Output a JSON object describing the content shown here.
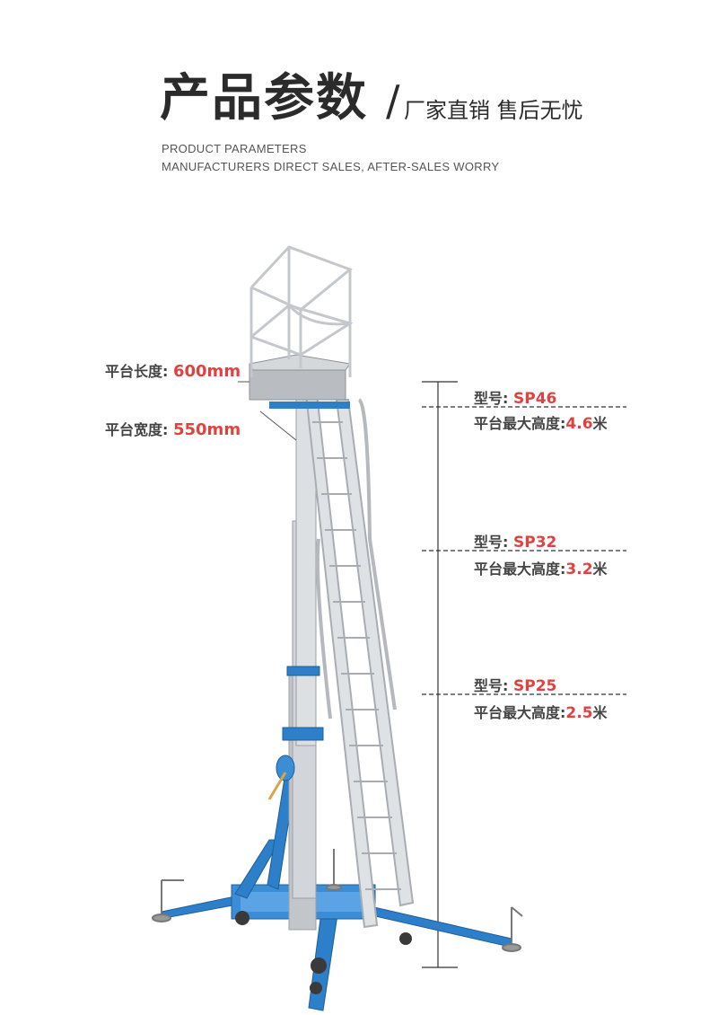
{
  "header": {
    "title": "产品参数",
    "slash": "/",
    "subtitle": "厂家直销 售后无忧",
    "en_line1": "PRODUCT PARAMETERS",
    "en_line2": "MANUFACTURERS DIRECT SALES, AFTER-SALES WORRY"
  },
  "platform": {
    "length_label": "平台长度: ",
    "length_value": "600mm",
    "width_label": "平台宽度: ",
    "width_value": "550mm"
  },
  "models": [
    {
      "model_label": "型号: ",
      "model": "SP46",
      "height_label": "平台最大高度:",
      "height": "4.6",
      "unit": "米"
    },
    {
      "model_label": "型号: ",
      "model": "SP32",
      "height_label": "平台最大高度:",
      "height": "3.2",
      "unit": "米"
    },
    {
      "model_label": "型号: ",
      "model": "SP25",
      "height_label": "平台最大高度:",
      "height": "2.5",
      "unit": "米"
    }
  ],
  "colors": {
    "accent_red": "#e0433f",
    "frame_blue": "#2d7fc9",
    "aluminum": "#c9ccd0"
  }
}
